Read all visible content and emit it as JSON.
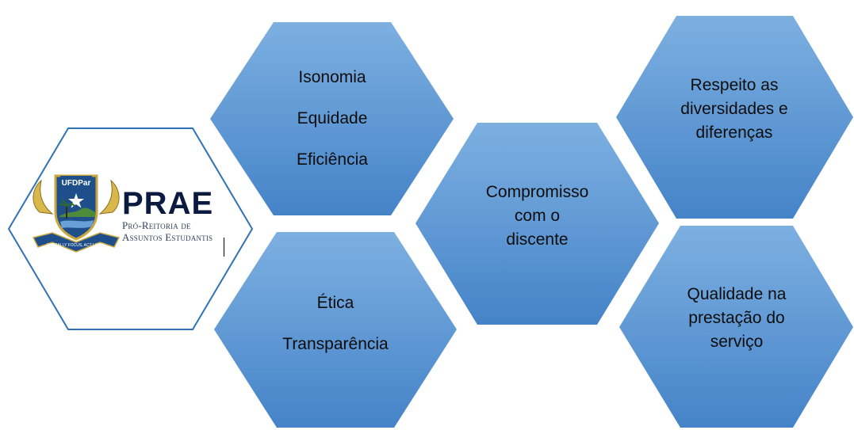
{
  "hexagons": {
    "values1": {
      "lines": [
        "Isonomia",
        "Equidade",
        "Eficiência"
      ]
    },
    "values2": {
      "lines": [
        "Ética",
        "Transparência"
      ]
    },
    "center": {
      "lines": [
        "Compromisso",
        "com o",
        "discente"
      ]
    },
    "respect": {
      "lines": [
        "Respeito as",
        "diversidades e",
        "diferenças"
      ]
    },
    "quality": {
      "lines": [
        "Qualidade na",
        "prestação do",
        "serviço"
      ]
    }
  },
  "logo": {
    "badge_text": "UFDPar",
    "ribbon_text": "GLOBALLY FOCUS, ACT LOCAL",
    "title": "PRAE",
    "subtitle_line1": "Pró-Reitoria de",
    "subtitle_line2": "Assuntos Estudantis"
  },
  "colors": {
    "hex_fill_light": "#7fb0e0",
    "hex_fill_dark": "#4785c9",
    "hex_outline": "#2e73b5",
    "text": "#0d0d0d"
  }
}
